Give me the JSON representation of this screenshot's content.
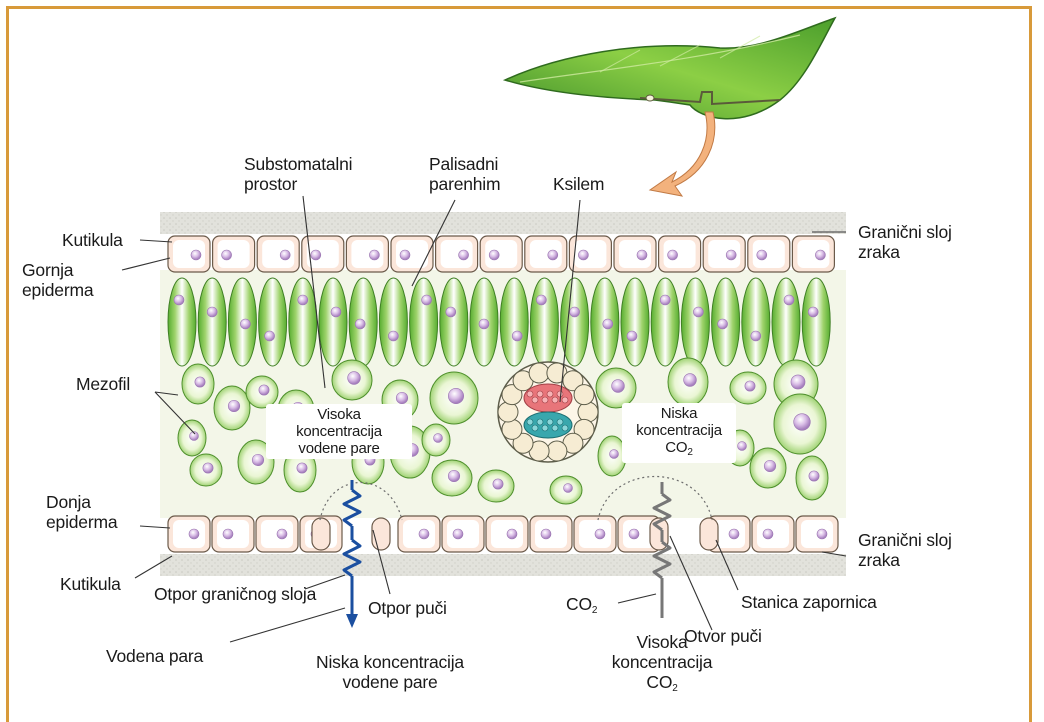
{
  "labels": {
    "substomatal": "Substomatalni\nprostor",
    "palisade": "Palisadni\nparenhim",
    "xylem": "Ksilem",
    "cuticle_top": "Kutikula",
    "upper_epidermis": "Gornja\nepiderma",
    "boundary_top": "Granični sloj\nzraka",
    "mesophyll": "Mezofil",
    "high_vapor": "Visoka\nkoncentracija\nvodene pare",
    "low_co2_line1": "Niska",
    "low_co2_line2": "koncentracija",
    "co2_c": "CO",
    "co2_sub": "2",
    "lower_epidermis": "Donja\nepiderma",
    "boundary_bottom": "Granični sloj\nzraka",
    "cuticle_bottom": "Kutikula",
    "boundary_resistance": "Otpor graničnog sloja",
    "stomatal_resistance": "Otpor puči",
    "guard_cell": "Stanica zapornica",
    "stomatal_pore": "Otvor puči",
    "water_vapor": "Vodena para",
    "low_vapor": "Niska koncentracija\nvodene pare",
    "co2_outside_c": "CO",
    "co2_outside_sub": "2",
    "high_co2_line1": "Visoka",
    "high_co2_line2": "koncentracija",
    "high_co2_c": "CO",
    "high_co2_sub": "2"
  },
  "colors": {
    "frame": "#d89a3a",
    "leaf_green": "#7cc04a",
    "mesophyll_fill": "#eef6dd",
    "epidermis_fill": "#fbe6da",
    "nucleus": "#c9a6d8",
    "boundary_layer": "#d9d9d4",
    "vapor_arrow": "#1b4fa0",
    "co2_line": "#777777",
    "xylem_red": "#e8757a",
    "phloem_teal": "#39a7ad",
    "arrow_orange": "#f3b27d"
  }
}
